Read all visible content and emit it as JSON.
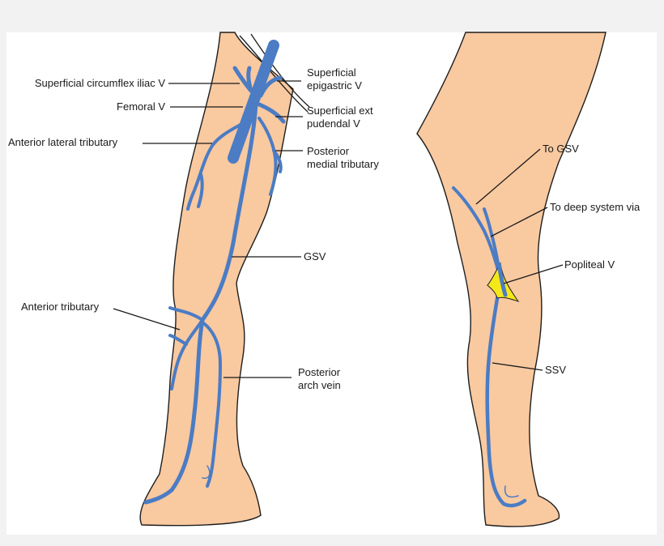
{
  "labels": {
    "scIliac": "Superficial circumflex iliac V",
    "femoral": "Femoral V",
    "antLateral": "Anterior lateral tributary",
    "superficialEpigastric": "Superficial\nepigastric V",
    "superficialExtPudendal": "Superficial ext\npudendal V",
    "posteriorMedial": "Posterior\nmedial tributary",
    "gsv": "GSV",
    "anteriorTributary": "Anterior tributary",
    "posteriorArch": "Posterior\narch vein",
    "toGsv": "To GSV",
    "toDeep": "To deep system via",
    "popliteal": "Popliteal V",
    "ssv": "SSV"
  },
  "colors": {
    "skin": "#f9c9a0",
    "vein": "#4b7cc4",
    "popliteal_highlight": "#f5e81a",
    "background": "#f2f2f2"
  }
}
